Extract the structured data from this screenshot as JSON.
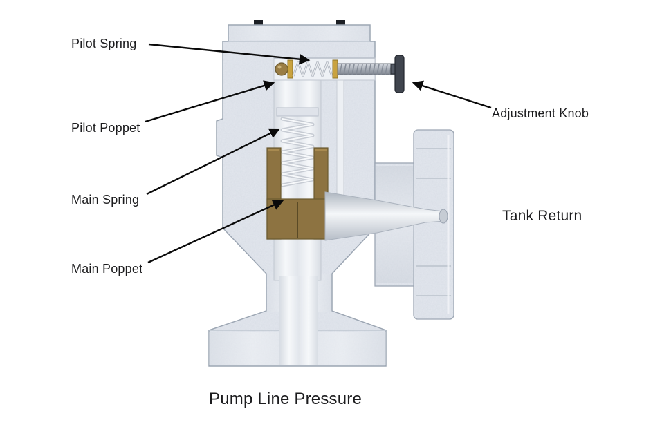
{
  "diagram": {
    "labels": {
      "pilot_spring": "Pilot Spring",
      "pilot_poppet": "Pilot Poppet",
      "main_spring": "Main Spring",
      "main_poppet": "Main Poppet",
      "adjustment_knob": "Adjustment Knob",
      "tank_return": "Tank Return",
      "pump_line_pressure": "Pump Line Pressure"
    },
    "colors": {
      "background": "#ffffff",
      "body_metal": "#e3e7ee",
      "body_outline": "#9ba5b2",
      "cut_surface": "#f1f3f6",
      "brass": "#8d7341",
      "gold_washer": "#c9a23f",
      "spring_silver": "#c6cbd3",
      "knob_dark": "#40454e",
      "arrow": "#0a0a0a",
      "label_text": "#1c1c1e"
    }
  }
}
